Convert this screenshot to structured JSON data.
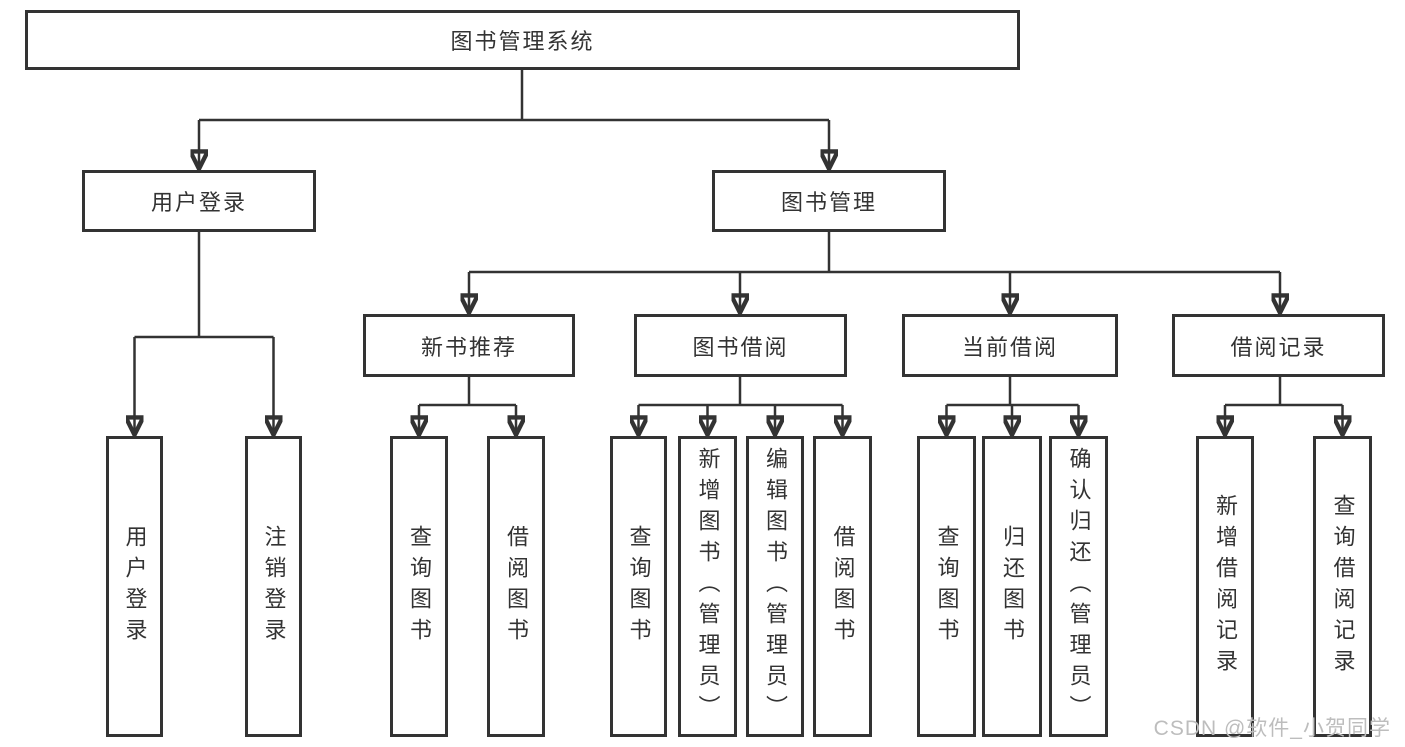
{
  "tree": {
    "root": "图书管理系统",
    "children": [
      {
        "label": "用户登录",
        "children": [
          "用户登录",
          "注销登录"
        ]
      },
      {
        "label": "图书管理",
        "children": [
          {
            "label": "新书推荐",
            "children": [
              "查询图书",
              "借阅图书"
            ]
          },
          {
            "label": "图书借阅",
            "children": [
              "查询图书",
              "新增图书（管理员）",
              "编辑图书（管理员）",
              "借阅图书"
            ]
          },
          {
            "label": "当前借阅",
            "children": [
              "查询图书",
              "归还图书",
              "确认归还（管理员）"
            ]
          },
          {
            "label": "借阅记录",
            "children": [
              "新增借阅记录",
              "查询借阅记录"
            ]
          }
        ]
      }
    ]
  },
  "watermark": "CSDN @软件_小贺同学",
  "colors": {
    "line": "#333333",
    "text": "#333333",
    "background": "#ffffff",
    "watermark": "#bdbdbd"
  }
}
